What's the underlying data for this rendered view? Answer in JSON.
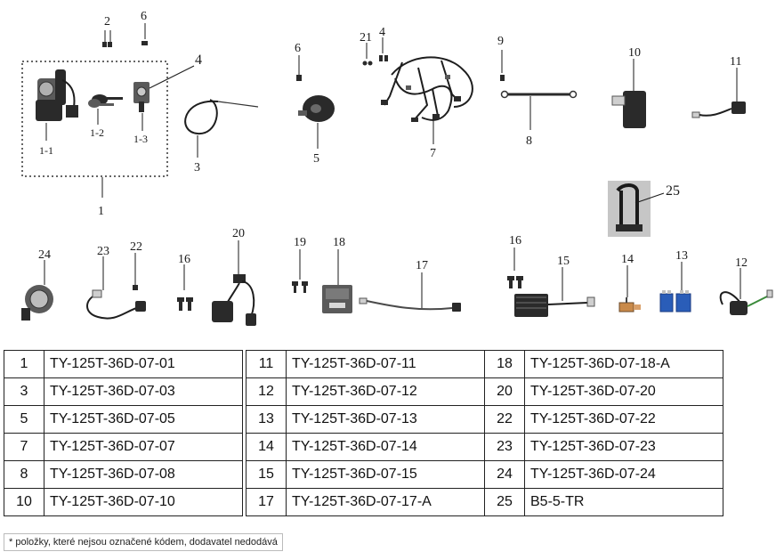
{
  "diagram": {
    "callouts": [
      "1",
      "1-1",
      "1-2",
      "1-3",
      "2",
      "3",
      "4",
      "4",
      "5",
      "6",
      "6",
      "7",
      "8",
      "9",
      "10",
      "11",
      "12",
      "13",
      "14",
      "15",
      "16",
      "16",
      "17",
      "18",
      "19",
      "20",
      "21",
      "22",
      "23",
      "24",
      "25"
    ]
  },
  "parts_table": {
    "columns": [
      [
        {
          "no": "1",
          "code": "TY-125T-36D-07-01"
        },
        {
          "no": "3",
          "code": "TY-125T-36D-07-03"
        },
        {
          "no": "5",
          "code": "TY-125T-36D-07-05"
        },
        {
          "no": "7",
          "code": "TY-125T-36D-07-07"
        },
        {
          "no": "8",
          "code": "TY-125T-36D-07-08"
        },
        {
          "no": "10",
          "code": "TY-125T-36D-07-10"
        }
      ],
      [
        {
          "no": "11",
          "code": "TY-125T-36D-07-11"
        },
        {
          "no": "12",
          "code": "TY-125T-36D-07-12"
        },
        {
          "no": "13",
          "code": "TY-125T-36D-07-13"
        },
        {
          "no": "14",
          "code": "TY-125T-36D-07-14"
        },
        {
          "no": "15",
          "code": "TY-125T-36D-07-15"
        },
        {
          "no": "17",
          "code": "TY-125T-36D-07-17-A"
        }
      ],
      [
        {
          "no": "18",
          "code": "TY-125T-36D-07-18-A"
        },
        {
          "no": "20",
          "code": "TY-125T-36D-07-20"
        },
        {
          "no": "22",
          "code": "TY-125T-36D-07-22"
        },
        {
          "no": "23",
          "code": "TY-125T-36D-07-23"
        },
        {
          "no": "24",
          "code": "TY-125T-36D-07-24"
        },
        {
          "no": "25",
          "code": "B5-5-TR"
        }
      ]
    ]
  },
  "footnote": "* položky, které nejsou označené kódem, dodavatel nedodává"
}
